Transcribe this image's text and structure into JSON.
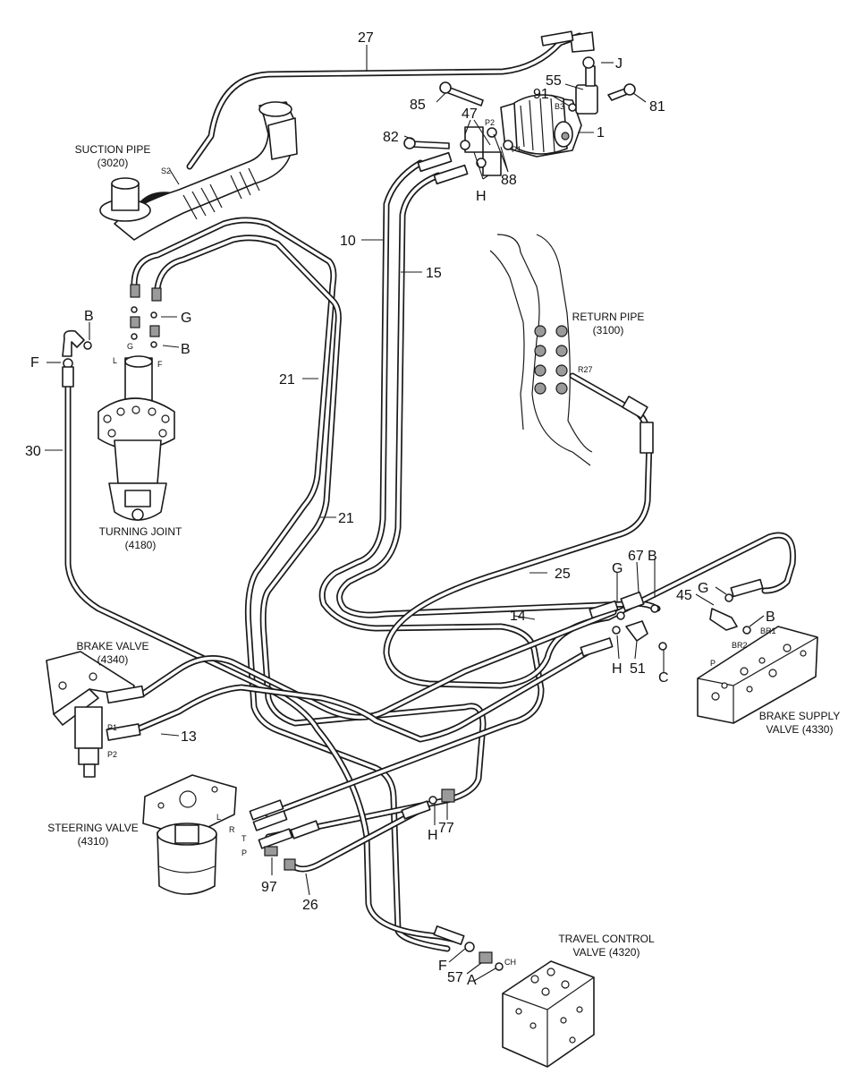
{
  "components": {
    "suction_pipe": [
      "SUCTION PIPE",
      "(3020)"
    ],
    "turning_joint": [
      "TURNING JOINT",
      "(4180)"
    ],
    "brake_valve": [
      "BRAKE VALVE",
      "(4340)"
    ],
    "steering_valve": [
      "STEERING VALVE",
      "(4310)"
    ],
    "return_pipe": [
      "RETURN PIPE",
      "(3100)"
    ],
    "brake_supply_valve": [
      "BRAKE SUPPLY",
      "VALVE (4330)"
    ],
    "travel_control_valve": [
      "TRAVEL CONTROL",
      "VALVE (4320)"
    ]
  },
  "callouts": {
    "c27": "27",
    "J": "J",
    "c55": "55",
    "c91": "91",
    "c81": "81",
    "c85": "85",
    "c47": "47",
    "c82": "82",
    "c1": "1",
    "c88": "88",
    "H_top": "H",
    "c10": "10",
    "c15": "15",
    "G_tj": "G",
    "B_tj1": "B",
    "B_tj2": "B",
    "F_tj": "F",
    "c21a": "21",
    "c21b": "21",
    "c30": "30",
    "c25": "25",
    "c14": "14",
    "G_bs": "G",
    "c67": "67",
    "B_bs": "B",
    "c45": "45",
    "G_bs2": "G",
    "B_bs2": "B",
    "H_bs": "H",
    "c51": "51",
    "C_bs": "C",
    "c13": "13",
    "H_sv": "H",
    "c77": "77",
    "c97": "97",
    "c26": "26",
    "F_tc": "F",
    "c57": "57",
    "A_tc": "A"
  },
  "port_labels": {
    "S2": "S2",
    "P2_pump": "P2",
    "P1_pump": "P1",
    "B3": "B3",
    "L_tj": "L",
    "G_tj": "G",
    "F_tj": "F",
    "R27": "R27",
    "BR1": "BR1",
    "BR2": "BR2",
    "P_bs": "P",
    "P1_bv": "P1",
    "P2_bv": "P2",
    "L_sv": "L",
    "R_sv": "R",
    "T_sv": "T",
    "P_sv": "P",
    "CH": "CH"
  }
}
